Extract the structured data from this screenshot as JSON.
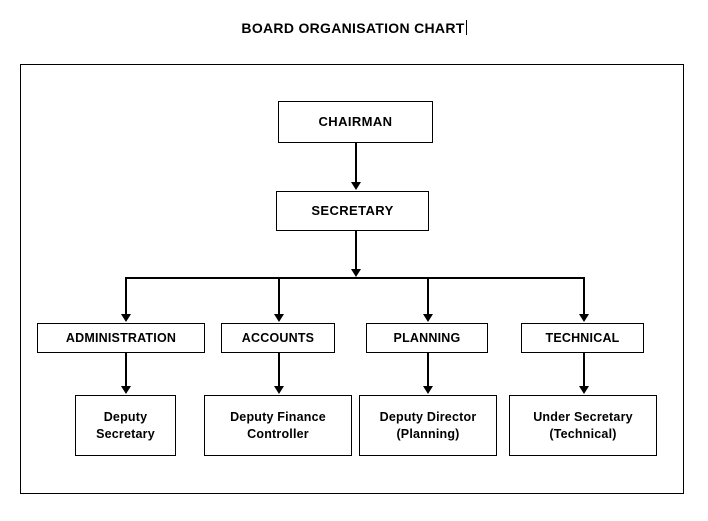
{
  "page": {
    "title": "BOARD ORGANISATION CHART",
    "background_color": "#ffffff",
    "line_color": "#000000",
    "caret_visible": true
  },
  "chart_data": {
    "type": "diagram",
    "diagram_kind": "organisation-chart",
    "title": "BOARD ORGANISATION CHART",
    "orientation": "top-down",
    "levels": [
      {
        "level": 1,
        "nodes": [
          "CHAIRMAN"
        ]
      },
      {
        "level": 2,
        "nodes": [
          "SECRETARY"
        ]
      },
      {
        "level": 3,
        "nodes": [
          "ADMINISTRATION",
          "ACCOUNTS",
          "PLANNING",
          "TECHNICAL"
        ]
      },
      {
        "level": 4,
        "nodes": [
          "Deputy Secretary",
          "Deputy Finance Controller",
          "Deputy Director (Planning)",
          "Under Secretary (Technical)"
        ]
      }
    ],
    "edges": [
      {
        "from": "CHAIRMAN",
        "to": "SECRETARY",
        "style": "arrow"
      },
      {
        "from": "SECRETARY",
        "to": "ADMINISTRATION",
        "style": "arrow"
      },
      {
        "from": "SECRETARY",
        "to": "ACCOUNTS",
        "style": "arrow"
      },
      {
        "from": "SECRETARY",
        "to": "PLANNING",
        "style": "arrow"
      },
      {
        "from": "SECRETARY",
        "to": "TECHNICAL",
        "style": "arrow"
      },
      {
        "from": "ADMINISTRATION",
        "to": "Deputy Secretary",
        "style": "arrow"
      },
      {
        "from": "ACCOUNTS",
        "to": "Deputy Finance Controller",
        "style": "arrow"
      },
      {
        "from": "PLANNING",
        "to": "Deputy Director (Planning)",
        "style": "arrow"
      },
      {
        "from": "TECHNICAL",
        "to": "Under Secretary (Technical)",
        "style": "arrow"
      }
    ]
  },
  "nodes": {
    "chairman": {
      "label": "CHAIRMAN"
    },
    "secretary": {
      "label": "SECRETARY"
    },
    "administration": {
      "label": "ADMINISTRATION"
    },
    "accounts": {
      "label": "ACCOUNTS"
    },
    "planning": {
      "label": "PLANNING"
    },
    "technical": {
      "label": "TECHNICAL"
    },
    "deputy_secretary": {
      "line1": "Deputy",
      "line2": "Secretary"
    },
    "deputy_finance_controller": {
      "line1": "Deputy Finance",
      "line2": "Controller"
    },
    "deputy_director_planning": {
      "line1": "Deputy Director",
      "line2": "(Planning)"
    },
    "under_secretary_technical": {
      "line1": "Under Secretary",
      "line2": "(Technical)"
    }
  }
}
